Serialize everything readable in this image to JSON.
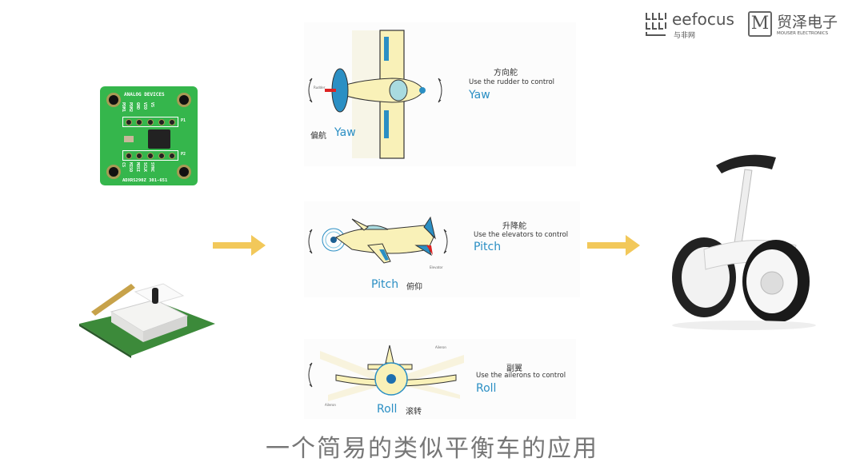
{
  "logos": {
    "eefocus": {
      "name": "eefocus",
      "sub": "与非网"
    },
    "mouser": {
      "mark": "M",
      "name": "贸泽电子",
      "sub": "MOUSER ELECTRONICS"
    }
  },
  "sensor_board": {
    "brand": "ANALOG DEVICES",
    "model": "ADXRS290Z 301-651",
    "top_pins": [
      "PDM1",
      "PDM2",
      "GND",
      "VIO",
      "VS"
    ],
    "bottom_pins": [
      "CS",
      "MISO",
      "MOSI",
      "SCLK",
      "SYNC"
    ],
    "header_labels": [
      "P1",
      "P2"
    ]
  },
  "yaw": {
    "title_cn": "方向舵",
    "desc": "Use the rudder to control",
    "axis": "Yaw",
    "caption_cn": "偏航",
    "caption_en": "Yaw",
    "part_label": "Rudder"
  },
  "pitch": {
    "title_cn": "升降舵",
    "desc": "Use the elevators to control",
    "axis": "Pitch",
    "caption_cn": "俯仰",
    "caption_en": "Pitch",
    "part_label": "Elevator"
  },
  "roll": {
    "title_cn": "副翼",
    "desc": "Use the ailerons to control",
    "axis": "Roll",
    "caption_cn": "滚转",
    "caption_en": "Roll",
    "part_label": "Aileron"
  },
  "subtitle": "一个简易的类似平衡车的应用",
  "colors": {
    "arrow": "#f2c85a",
    "accent": "#2b8fc4",
    "board": "#2fb84a"
  }
}
